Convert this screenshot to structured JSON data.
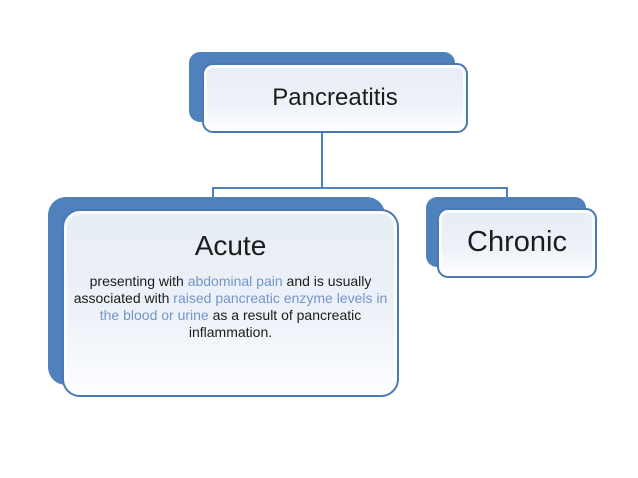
{
  "diagram": {
    "root": {
      "label": "Pancreatitis"
    },
    "children": [
      {
        "id": "acute",
        "label": "Acute",
        "description_segments": [
          {
            "text": "presenting with ",
            "color": "dark"
          },
          {
            "text": "abdominal pain",
            "color": "blue"
          },
          {
            "text": " and is usually associated with ",
            "color": "dark"
          },
          {
            "text": "raised pancreatic enzyme levels in the blood or urine",
            "color": "blue"
          },
          {
            "text": " as a result of pancreatic inflammation.",
            "color": "dark"
          }
        ]
      },
      {
        "id": "chronic",
        "label": "Chronic"
      }
    ]
  },
  "colors": {
    "accent": "#4f81bd",
    "border": "#4b7ab1",
    "fill_top": "#e7edf6",
    "text_dark": "#1c1c1c",
    "text_blue": "#7396c5",
    "background": "#ffffff"
  }
}
